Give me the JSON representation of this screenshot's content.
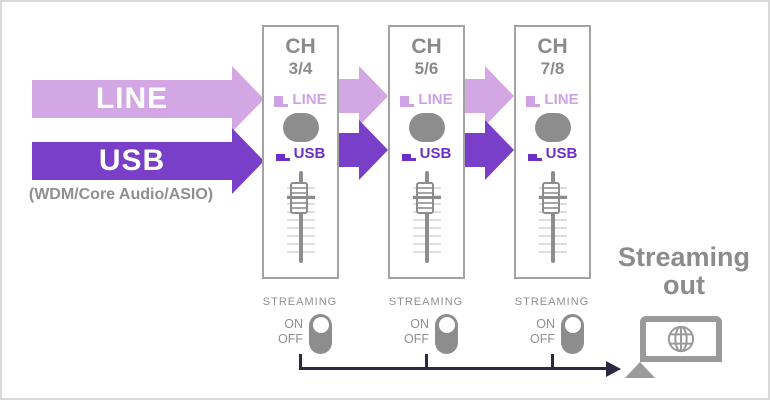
{
  "colors": {
    "line_purple": "#d3a6e4",
    "usb_purple": "#7a3fc8",
    "usb_text": "#6c2fc8",
    "gray": "#8d8d8d",
    "wire_navy": "#29293f"
  },
  "inputs": {
    "line_label": "LINE",
    "usb_label": "USB",
    "usb_note": "(WDM/Core Audio/ASIO)"
  },
  "channels": [
    {
      "ch": "CH",
      "num": "3/4",
      "line_label": "LINE",
      "usb_label": "USB",
      "streaming_label": "STREAMING",
      "on_label": "ON",
      "off_label": "OFF",
      "streaming_state": "ON"
    },
    {
      "ch": "CH",
      "num": "5/6",
      "line_label": "LINE",
      "usb_label": "USB",
      "streaming_label": "STREAMING",
      "on_label": "ON",
      "off_label": "OFF",
      "streaming_state": "ON"
    },
    {
      "ch": "CH",
      "num": "7/8",
      "line_label": "LINE",
      "usb_label": "USB",
      "streaming_label": "STREAMING",
      "on_label": "ON",
      "off_label": "OFF",
      "streaming_state": "ON"
    }
  ],
  "output": {
    "line1": "Streaming",
    "line2": "out"
  }
}
